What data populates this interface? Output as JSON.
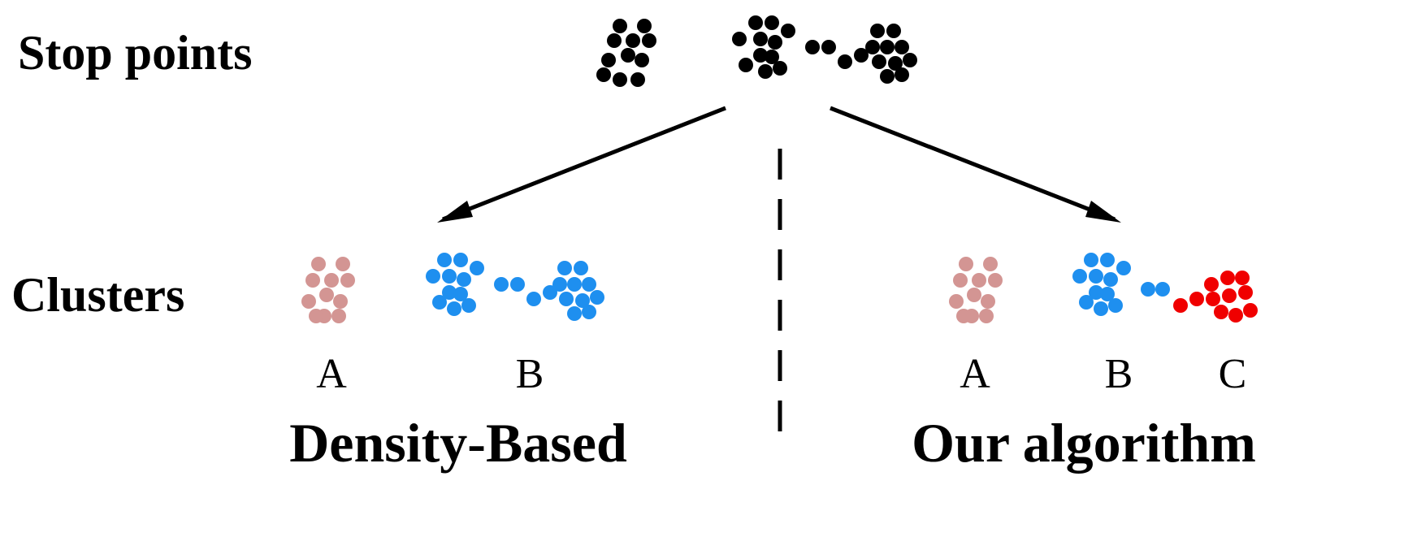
{
  "labels": {
    "stop_points": "Stop points",
    "clusters": "Clusters",
    "left_method": "Density-Based",
    "right_method": "Our algorithm"
  },
  "left_cluster_letters": [
    "A",
    "B"
  ],
  "right_cluster_letters": [
    "A",
    "B",
    "C"
  ],
  "colors": {
    "stop_point": "#000000",
    "cluster_a": "#d39593",
    "cluster_b": "#1e8fef",
    "cluster_c": "#f00000",
    "arrow": "#000000"
  }
}
